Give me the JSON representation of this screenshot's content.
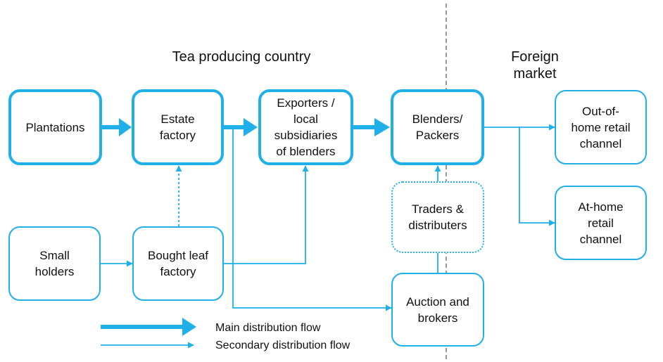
{
  "headings": {
    "producing": "Tea producing country",
    "foreign": "Foreign\nmarket"
  },
  "nodes": {
    "plantations": "Plantations",
    "estate_factory": "Estate\nfactory",
    "exporters": "Exporters /\nlocal\nsubsidiaries\nof blenders",
    "blenders": "Blenders/\nPackers",
    "out_of_home": "Out-of-\nhome retail\nchannel",
    "at_home": "At-home\nretail\nchannel",
    "small_holders": "Small\nholders",
    "bought_leaf": "Bought leaf\nfactory",
    "traders": "Traders &\ndistributers",
    "auction": "Auction and\nbrokers"
  },
  "legend": {
    "main": "Main distribution flow",
    "secondary": "Secondary distribution flow"
  },
  "colors": {
    "accent": "#1fb0ea",
    "divider": "#555555"
  }
}
